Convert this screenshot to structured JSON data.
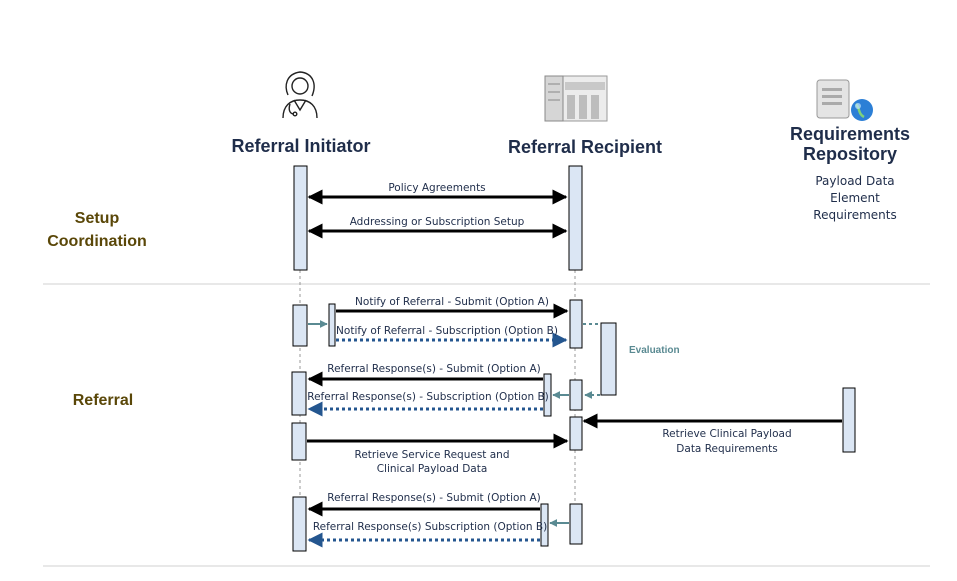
{
  "actors": {
    "initiator": {
      "title": "Referral Initiator",
      "icon": "doctor-icon"
    },
    "recipient": {
      "title": "Referral Recipient",
      "icon": "building-icon"
    },
    "repository": {
      "title_line1": "Requirements",
      "title_line2": "Repository",
      "icon": "server-globe-icon",
      "note_lines": [
        "Payload Data",
        "Element",
        "Requirements"
      ]
    }
  },
  "sections": {
    "setup": {
      "line1": "Setup",
      "line2": "Coordination"
    },
    "referral": {
      "label": "Referral"
    }
  },
  "messages": {
    "policy": "Policy Agreements",
    "addressing": "Addressing or Subscription Setup",
    "notify_submit": "Notify of Referral - Submit (Option A)",
    "notify_subscription": "Notify of Referral - Subscription (Option B)",
    "evaluation": "Evaluation",
    "response_submit_1": "Referral Response(s) - Submit (Option A)",
    "response_subscription_1": "Referral Response(s) - Subscription (Option B)",
    "retrieve_line1": "Retrieve Clinical Payload",
    "retrieve_line2": "Data Requirements",
    "retrieve_sr_line1": "Retrieve Service Request and",
    "retrieve_sr_line2": "Clinical Payload Data",
    "response_submit_2": "Referral Response(s) - Submit (Option A)",
    "response_subscription_2": "Referral Response(s) Subscription (Option B)"
  },
  "colors": {
    "solid_arrow": "#000000",
    "dotted_arrow": "#24568f",
    "small_arrow": "#5a8a92",
    "activation_fill": "#dbe6f4",
    "actor_title": "#1f2d4a",
    "section_title": "#5a4708"
  }
}
